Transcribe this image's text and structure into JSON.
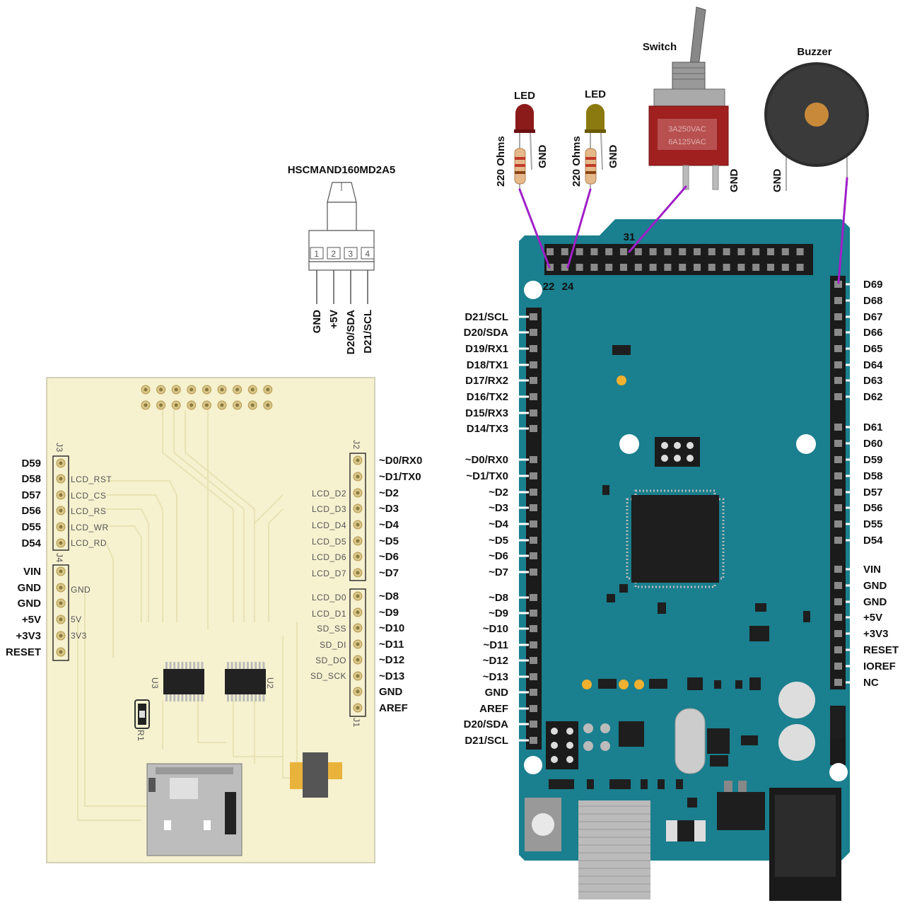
{
  "sensor": {
    "name": "HSCMAND160MD2A5",
    "pin_numbers": [
      "1",
      "2",
      "3",
      "4"
    ],
    "pin_labels": [
      "GND",
      "+5V",
      "D20/SDA",
      "D21/SCL"
    ]
  },
  "components": {
    "led1": {
      "title": "LED",
      "resistor": "220 Ohms",
      "gnd": "GND"
    },
    "led2": {
      "title": "LED",
      "resistor": "220 Ohms",
      "gnd": "GND"
    },
    "switch": {
      "title": "Switch",
      "gnd": "GND",
      "body_text": [
        "3A250VAC",
        "6A125VAC"
      ]
    },
    "buzzer": {
      "title": "Buzzer",
      "gnd": "GND"
    }
  },
  "mega": {
    "header_labels": {
      "p22": "22",
      "p24": "24",
      "p31": "31"
    },
    "left_pins": [
      "D21/SCL",
      "D20/SDA",
      "D19/RX1",
      "D18/TX1",
      "D17/RX2",
      "D16/TX2",
      "D15/RX3",
      "D14/TX3",
      "~D0/RX0",
      "~D1/TX0",
      "~D2",
      "~D3",
      "~D4",
      "~D5",
      "~D6",
      "~D7",
      "~D8",
      "~D9",
      "~D10",
      "~D11",
      "~D12",
      "~D13",
      "GND",
      "AREF",
      "D20/SDA",
      "D21/SCL"
    ],
    "right_pins": [
      "D69",
      "D68",
      "D67",
      "D66",
      "D65",
      "D64",
      "D63",
      "D62",
      "D61",
      "D60",
      "D59",
      "D58",
      "D57",
      "D56",
      "D55",
      "D54",
      "VIN",
      "GND",
      "GND",
      "+5V",
      "+3V3",
      "RESET",
      "IOREF",
      "NC"
    ]
  },
  "shield": {
    "j3_label": "J3",
    "j4_label": "J4",
    "j2_label": "J2",
    "j1_label": "J1",
    "u3": "U3",
    "u2": "U2",
    "r1": "R1",
    "outer_left": [
      "D59",
      "D58",
      "D57",
      "D56",
      "D55",
      "D54",
      "VIN",
      "GND",
      "GND",
      "+5V",
      "+3V3",
      "RESET"
    ],
    "silk_left": [
      "LCD_RST",
      "LCD_CS",
      "LCD_RS",
      "LCD_WR",
      "LCD_RD",
      "GND",
      "5V",
      "3V3"
    ],
    "outer_right": [
      "~D0/RX0",
      "~D1/TX0",
      "~D2",
      "~D3",
      "~D4",
      "~D5",
      "~D6",
      "~D7",
      "~D8",
      "~D9",
      "~D10",
      "~D11",
      "~D12",
      "~D13",
      "GND",
      "AREF"
    ],
    "silk_right": [
      "LCD_D2",
      "LCD_D3",
      "LCD_D4",
      "LCD_D5",
      "LCD_D6",
      "LCD_D7",
      "LCD_D0",
      "LCD_D1",
      "SD_SS",
      "SD_DI",
      "SD_DO",
      "SD_SCK"
    ]
  },
  "colors": {
    "board": "#1a7f8e",
    "pcb": "#f6f1cf",
    "wire": "#a020c8",
    "header": "#2a2a2a"
  }
}
